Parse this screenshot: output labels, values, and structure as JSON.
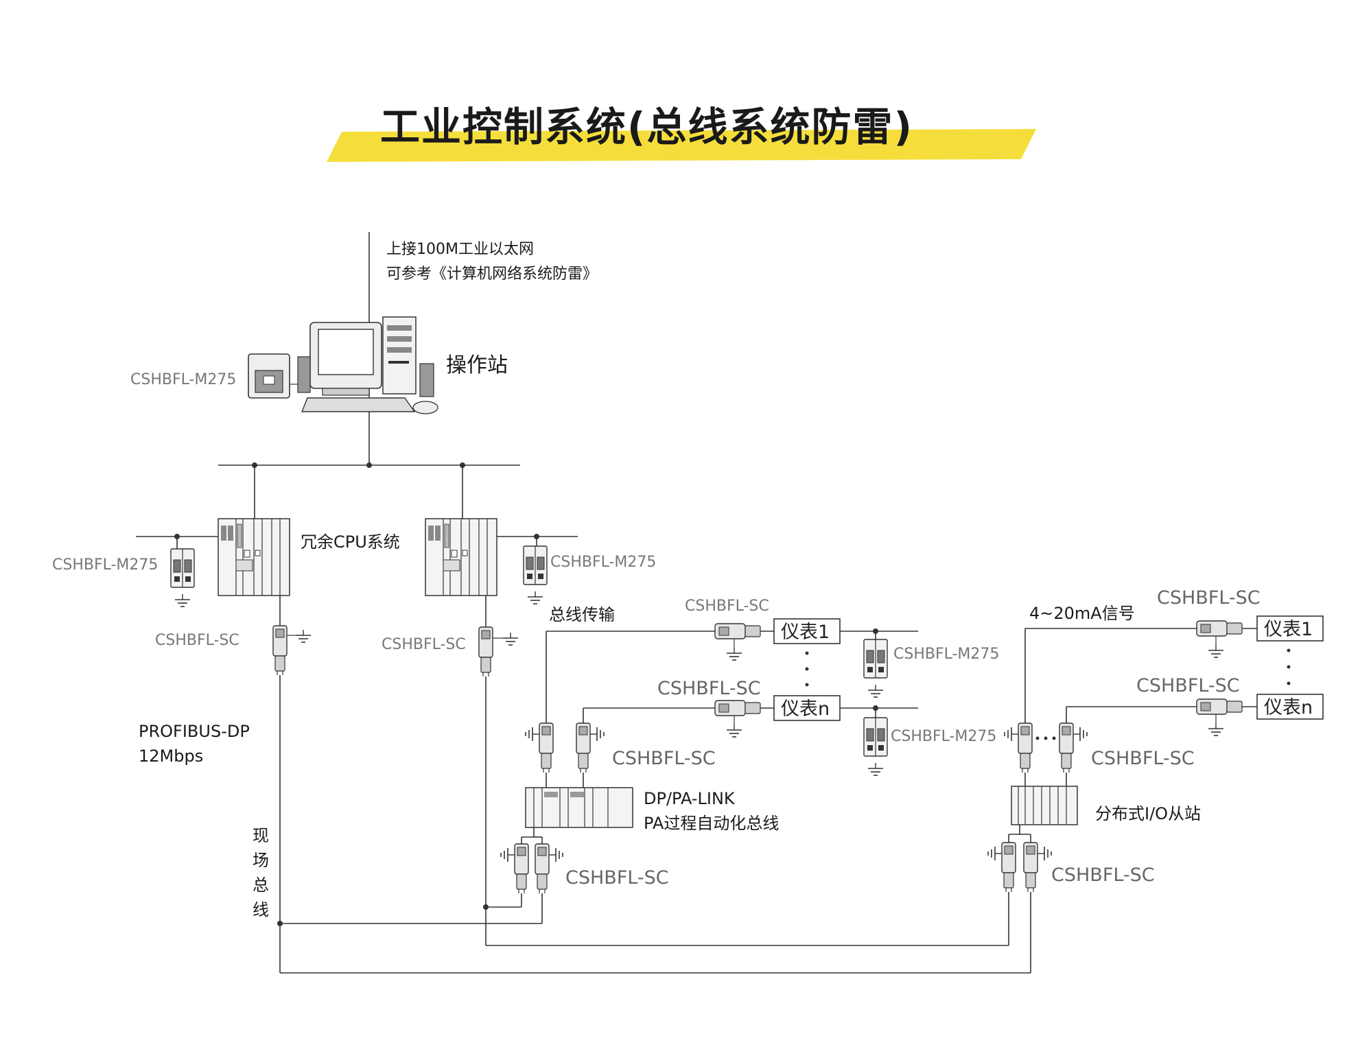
{
  "title": "工业控制系统(总线系统防雷)",
  "colors": {
    "title_band": "#f5de3c",
    "line": "#333333",
    "grey_label": "#777777"
  },
  "notes": {
    "uplink_line1": "上接100M工业以太网",
    "uplink_line2": "可参考《计算机网络系统防雷》"
  },
  "labels": {
    "operator_station": "操作站",
    "redundant_cpu": "冗余CPU系统",
    "bus_transmission": "总线传输",
    "signal_4_20ma": "4~20mA信号",
    "profibus_line1": "PROFIBUS-DP",
    "profibus_line2": "12Mbps",
    "dp_pa_line1": "DP/PA-LINK",
    "dp_pa_line2": "PA过程自动化总线",
    "distributed_io": "分布式I/O从站",
    "field_bus": [
      "现",
      "场",
      "总",
      "线"
    ]
  },
  "models": {
    "m275": "CSHBFL-M275",
    "sc": "CSHBFL-SC"
  },
  "instruments": {
    "inst1": "仪表1",
    "instn": "仪表n"
  }
}
